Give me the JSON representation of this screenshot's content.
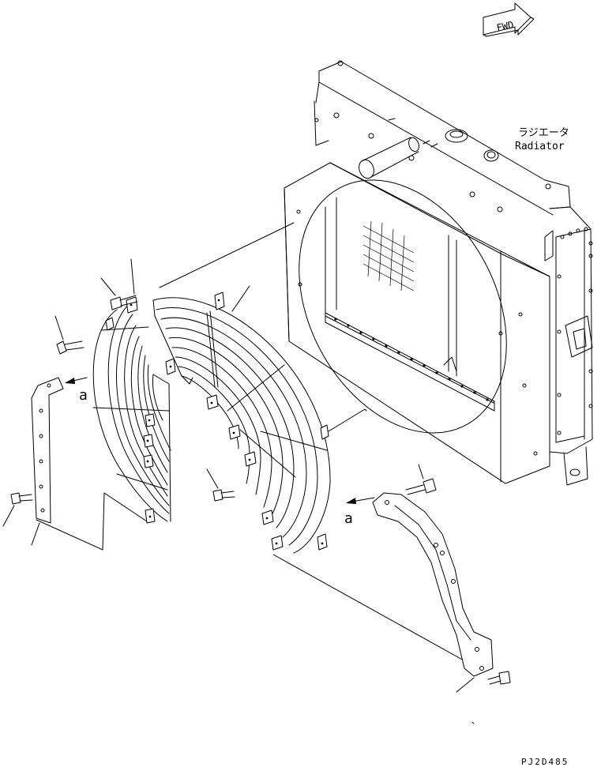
{
  "fwd_label": "FWD",
  "radiator_label_jp": "ラジエータ",
  "radiator_label_en": "Radiator",
  "ref_mark_left": "a",
  "ref_mark_right": "a",
  "drawing_code": "PJ2D485"
}
